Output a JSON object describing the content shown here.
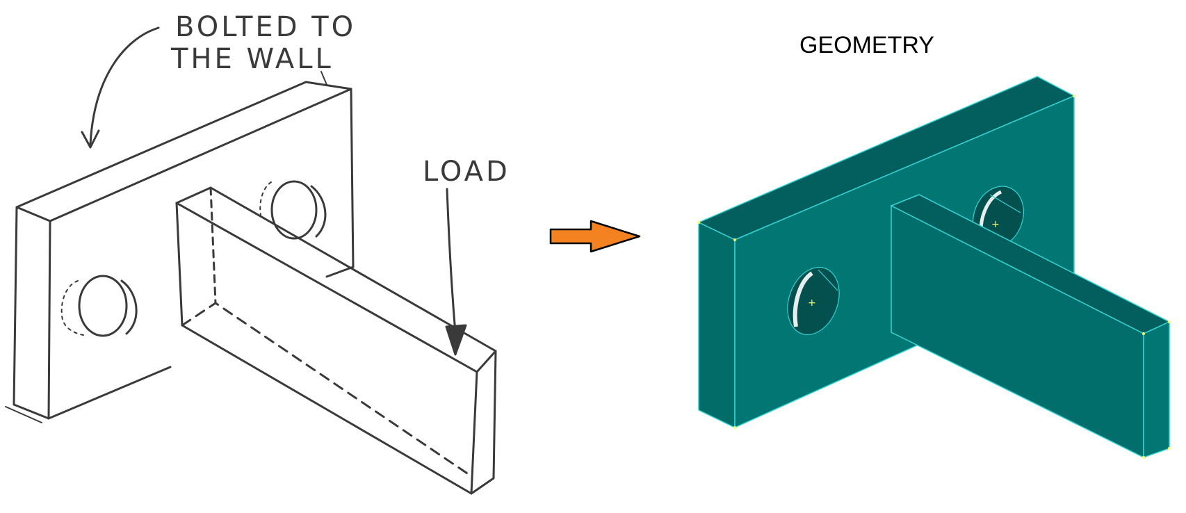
{
  "sketch": {
    "wall_note_line1": "BOLTED TO",
    "wall_note_line2": "THE WALL",
    "load_label": "LOAD"
  },
  "model": {
    "title": "GEOMETRY"
  },
  "colors": {
    "sketch_ink": "#3a3a3a",
    "arrow_fill": "#f58220",
    "arrow_outline": "#000000",
    "solid_front": "#017673",
    "solid_top": "#025f5e",
    "solid_edge": "#35d4d4",
    "vertex_marker": "#ffff66"
  },
  "icons": {
    "transition": "right-arrow-icon",
    "load": "down-arrow-icon",
    "note_pointer": "curved-arrow-icon"
  }
}
